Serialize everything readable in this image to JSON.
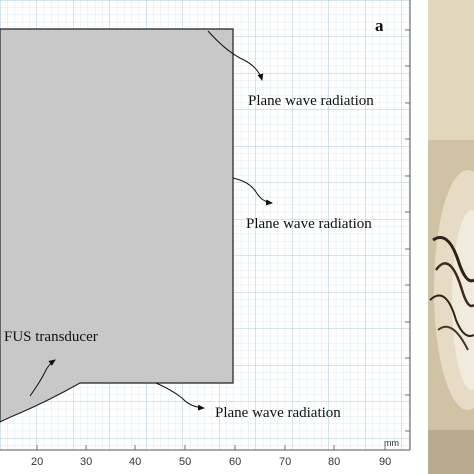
{
  "panel_label": "a",
  "annotations": {
    "radiation_top": "Plane wave radiation",
    "radiation_middle": "Plane wave radiation",
    "radiation_bottom": "Plane wave radiation",
    "transducer": "FUS transducer"
  },
  "axis": {
    "unit": "mm",
    "x_ticks": [
      "20",
      "30",
      "40",
      "50",
      "60",
      "70",
      "80",
      "90"
    ]
  },
  "colors": {
    "domain_fill": "#c8c8c8",
    "grid_line": "#a9c7d9",
    "grid_major": "#7fa8c0",
    "photo_wall": "#d9cdb4",
    "photo_dark": "#3b2a1d"
  }
}
